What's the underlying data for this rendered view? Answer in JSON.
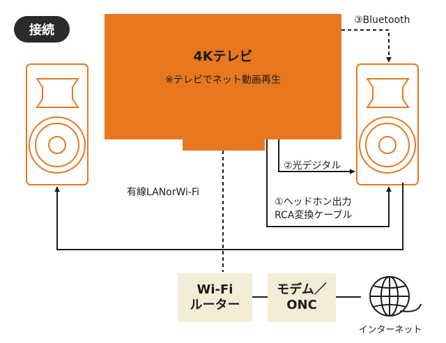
{
  "badge": "接続",
  "tv": {
    "title": "4Kテレビ",
    "subtitle": "※テレビでネット動画再生"
  },
  "links": {
    "bluetooth": "③Bluetooth",
    "optical": "②光デジタル",
    "headphone_line1": "①ヘッドホン出力",
    "headphone_line2": "RCA変換ケーブル",
    "lan": "有線LANorWi-Fi"
  },
  "router": {
    "line1": "Wi-Fi",
    "line2": "ルーター"
  },
  "modem": {
    "line1": "モデム／",
    "line2": "ONC"
  },
  "internet": "インターネット",
  "colors": {
    "accent": "#e8771e",
    "box": "#f3edd8",
    "line": "#1a1a1a",
    "badge": "#2b2b2b"
  },
  "icons": [
    "speaker-icon",
    "globe-icon"
  ]
}
